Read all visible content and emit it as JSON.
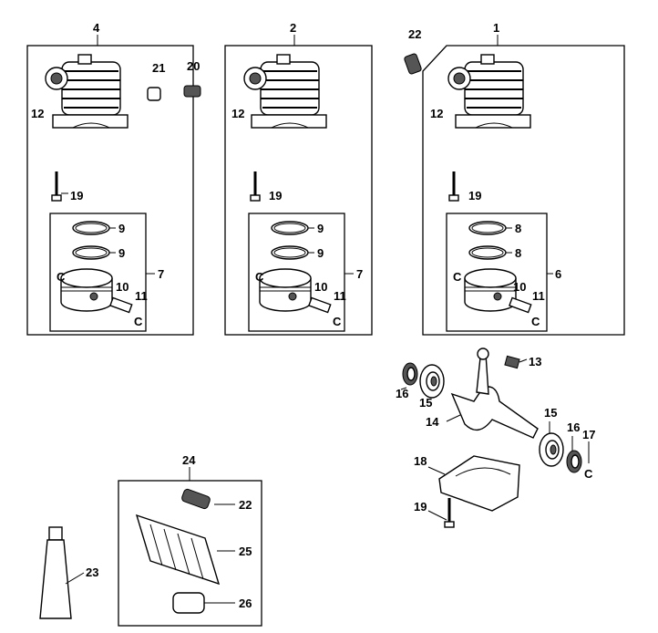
{
  "diagram": {
    "assemblies": {
      "cyl_a": {
        "number": "4",
        "piston_set": "7",
        "ring": "9",
        "pin": "10",
        "clip": "11",
        "gasket": "12",
        "screw": "19"
      },
      "cyl_b": {
        "number": "2",
        "piston_set": "7",
        "ring": "9",
        "pin": "10",
        "clip": "11",
        "gasket": "12",
        "screw": "19"
      },
      "cyl_c": {
        "number": "1",
        "piston_set": "6",
        "ring": "8",
        "pin": "10",
        "clip": "11",
        "gasket": "12",
        "screw": "19"
      }
    },
    "loose_parts": {
      "plug": "21",
      "decomp_valve_a": "20",
      "decomp_valve_b": "22",
      "needle_cage": "13",
      "crankshaft": "14",
      "bearing": "15",
      "oil_seal": "16",
      "circlip": "17",
      "crankcase_bottom": "18",
      "screw": "19",
      "tube": "23"
    },
    "kit": {
      "number": "24",
      "valve": "22",
      "filter_cover": "25",
      "filter": "26"
    }
  }
}
